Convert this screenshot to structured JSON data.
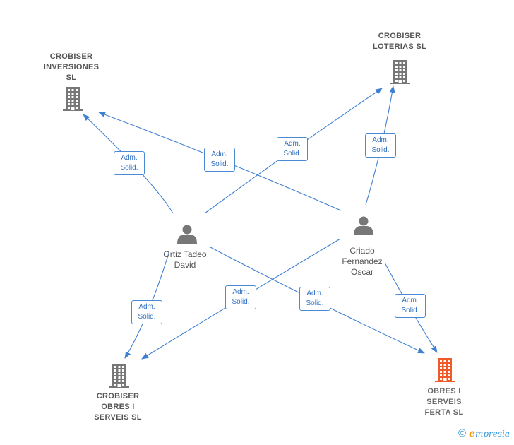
{
  "companies": [
    {
      "id": "crobiser-inversiones",
      "name": "CROBISER\nINVERSIONES\nSL",
      "color": "#777777"
    },
    {
      "id": "crobiser-loterias",
      "name": "CROBISER\nLOTERIAS SL",
      "color": "#777777"
    },
    {
      "id": "crobiser-obres",
      "name": "CROBISER\nOBRES I\nSERVEIS SL",
      "color": "#777777"
    },
    {
      "id": "obres-ferta",
      "name": "OBRES I\nSERVEIS\nFERTA SL",
      "color": "#f05a28"
    }
  ],
  "people": [
    {
      "id": "ortiz",
      "name": "Ortiz Tadeo\nDavid",
      "color": "#777777"
    },
    {
      "id": "criado",
      "name": "Criado\nFernandez\nOscar",
      "color": "#777777"
    }
  ],
  "edges": [
    {
      "from": "ortiz",
      "to": "crobiser-inversiones",
      "label": "Adm.\nSolid."
    },
    {
      "from": "ortiz",
      "to": "crobiser-loterias",
      "label": "Adm.\nSolid."
    },
    {
      "from": "ortiz",
      "to": "crobiser-obres",
      "label": "Adm.\nSolid."
    },
    {
      "from": "ortiz",
      "to": "obres-ferta",
      "label": "Adm.\nSolid."
    },
    {
      "from": "criado",
      "to": "crobiser-inversiones",
      "label": "Adm.\nSolid."
    },
    {
      "from": "criado",
      "to": "crobiser-loterias",
      "label": "Adm.\nSolid."
    },
    {
      "from": "criado",
      "to": "crobiser-obres",
      "label": "Adm.\nSolid."
    },
    {
      "from": "criado",
      "to": "obres-ferta",
      "label": "Adm.\nSolid."
    }
  ],
  "footer": {
    "copyright": "©",
    "brand_e": "e",
    "brand_rest": "mpresia"
  },
  "colors": {
    "edge": "#3f7fd0"
  }
}
